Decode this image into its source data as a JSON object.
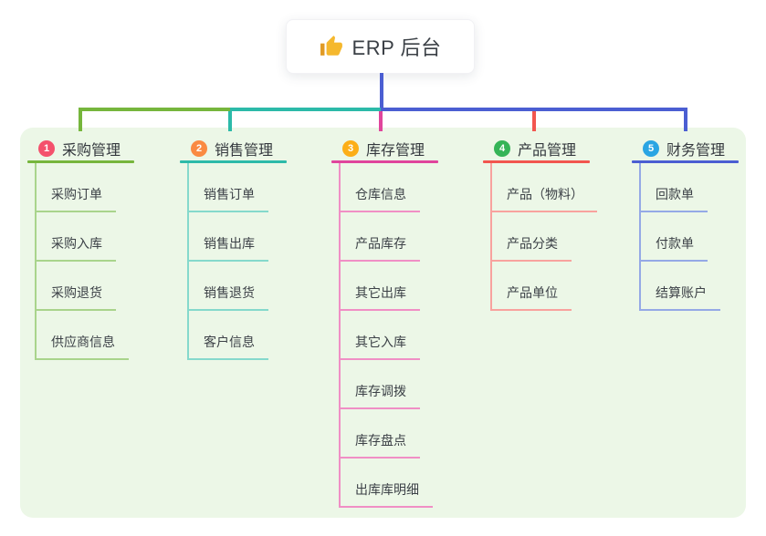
{
  "root": {
    "label": "ERP 后台",
    "icon": "thumbs-up-icon"
  },
  "colors": {
    "page_bg": "#ffffff",
    "panel_bg": "#ecf7e7",
    "root_line": "#4b5ed2",
    "title_text": "#34383e",
    "item_text": "#3c4147"
  },
  "branches": [
    {
      "badge": "1",
      "badge_color": "#f4516c",
      "title": "采购管理",
      "line_color": "#76b63c",
      "line_light": "#a9d48c",
      "items": [
        "采购订单",
        "采购入库",
        "采购退货",
        "供应商信息"
      ]
    },
    {
      "badge": "2",
      "badge_color": "#fa8a42",
      "title": "销售管理",
      "line_color": "#2cbaa9",
      "line_light": "#85d9cc",
      "items": [
        "销售订单",
        "销售出库",
        "销售退货",
        "客户信息"
      ]
    },
    {
      "badge": "3",
      "badge_color": "#fcae17",
      "title": "库存管理",
      "line_color": "#e0459c",
      "line_light": "#f08fc5",
      "items": [
        "仓库信息",
        "产品库存",
        "其它出库",
        "其它入库",
        "库存调拨",
        "库存盘点",
        "出库库明细"
      ]
    },
    {
      "badge": "4",
      "badge_color": "#35b457",
      "title": "产品管理",
      "line_color": "#f2564f",
      "line_light": "#f8a29e",
      "items": [
        "产品（物料）",
        "产品分类",
        "产品单位"
      ]
    },
    {
      "badge": "5",
      "badge_color": "#2aa5e3",
      "title": "财务管理",
      "line_color": "#4b5ed2",
      "line_light": "#95a9e6",
      "items": [
        "回款单",
        "付款单",
        "结算账户"
      ]
    }
  ]
}
